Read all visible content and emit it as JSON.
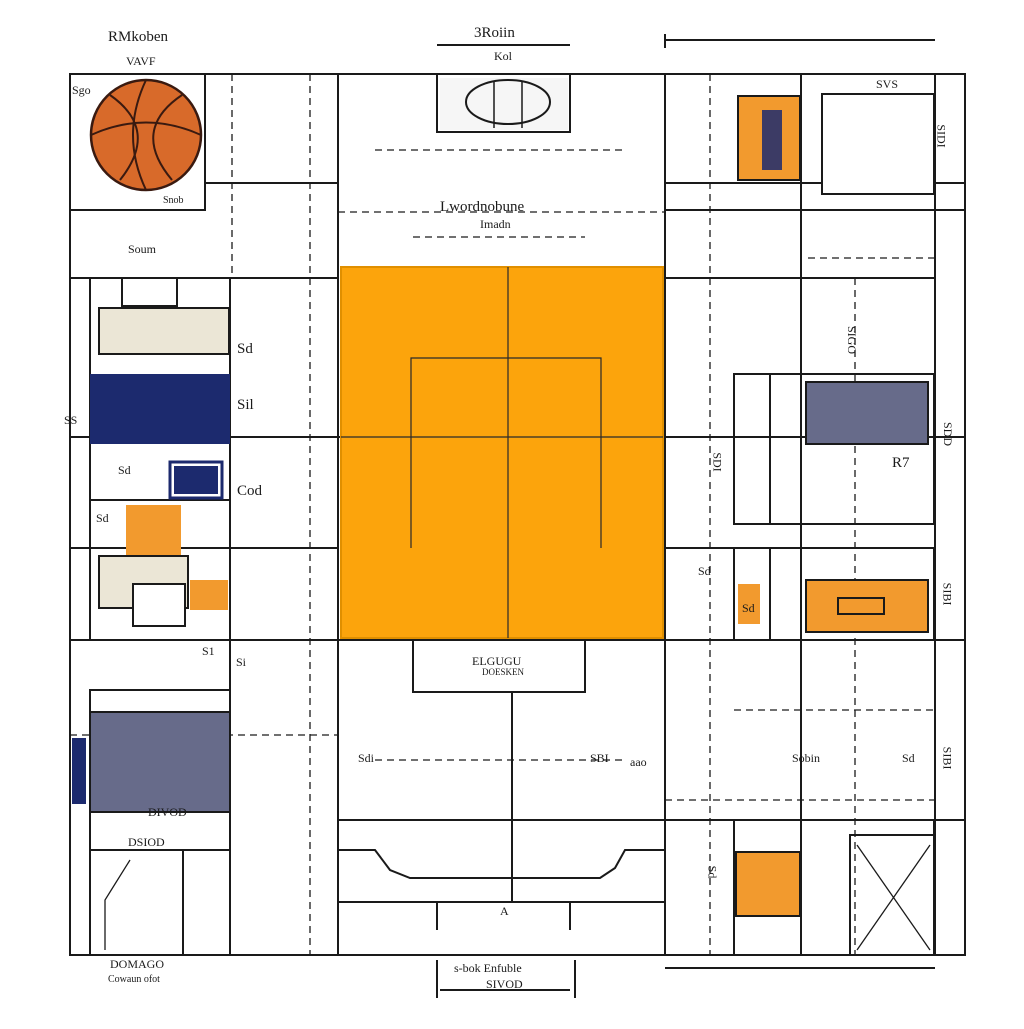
{
  "palette": {
    "line": "#1a1a1a",
    "court_orange": "#fca40c",
    "navy": "#1c2a6e",
    "slate": "#676b8a",
    "cream": "#ebe6d6",
    "ball": "#d86a2a"
  },
  "icons": {
    "basketball": "basketball-icon",
    "door_swing": "door-swing-icon"
  },
  "labels": {
    "top_left_title": "RMkoben",
    "top_left_sub": "VAVF",
    "ball_tag": "Sgo",
    "ball_caption": "Snob",
    "counter_label": "Soum",
    "top_center_title": "3Roiin",
    "top_center_sub": "Kol",
    "court_header": "Lwordnobune",
    "court_header_sub": "Imadn",
    "court_footer": "ELGUGU",
    "court_footer_sub": "DOESKEN",
    "bottom_center": "s-bok Enfuble",
    "bottom_center_sub": "SIVOD",
    "bottom_left": "DOMAGO",
    "bottom_left_sub": "Cowaun ofot",
    "left_dim1": "Sd",
    "left_dim2": "Sil",
    "left_dim3": "Cod",
    "left_side": "SS",
    "left_box": "Sd",
    "left_small": "Sd",
    "left_dim_low": "Si",
    "left_bottom_tag": "DIVOD",
    "left_bottom_caption": "DSIOD",
    "mid_left_dim": "Sdi",
    "mid_right_dim": "SBI",
    "mid_right_tag": "aao",
    "right_top_dim": "SVS",
    "right_dim_vert1": "SIDI",
    "right_dim_vert2": "SIGO",
    "right_dim_vert3": "SDD",
    "right_tag_1": "R7",
    "right_panel_a": "SDI",
    "right_panel_b": "Sd",
    "right_dim_vert4": "SIBI",
    "right_dim_low": "Sobin",
    "right_dim_low2": "Sd",
    "right_dim_vert5": "SIBI",
    "right_bottom_dim": "Sd",
    "right_mid_small": "Sd",
    "court_dim_left": "S1",
    "court_dim_center": "A"
  }
}
